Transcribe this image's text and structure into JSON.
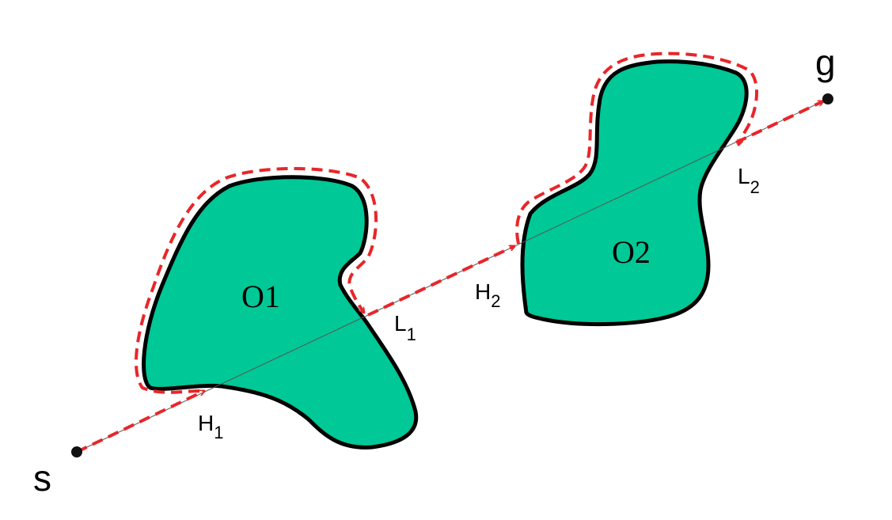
{
  "colors": {
    "obstacle_fill": "#00c896",
    "obstacle_stroke": "#000000",
    "path_color": "#e8262a",
    "line_color": "#555555"
  },
  "points": {
    "start": "s",
    "goal": "g"
  },
  "obstacles": {
    "o1": "O1",
    "o2": "O2"
  },
  "hit_points": {
    "h1_main": "H",
    "h1_sub": "1",
    "h2_main": "H",
    "h2_sub": "2"
  },
  "leave_points": {
    "l1_main": "L",
    "l1_sub": "1",
    "l2_main": "L",
    "l2_sub": "2"
  }
}
